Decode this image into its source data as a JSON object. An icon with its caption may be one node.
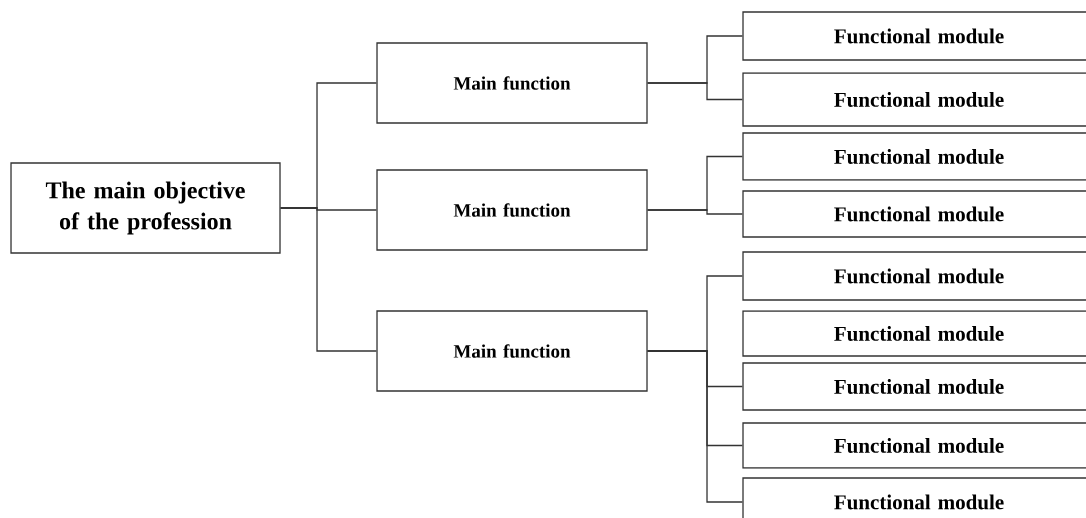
{
  "diagram": {
    "nodes": [
      {
        "text": [
          "The main objective of the profession"
        ]
      },
      {
        "text": [
          "Main function"
        ]
      },
      {
        "text": [
          "Main function"
        ]
      },
      {
        "text": [
          "Main function"
        ]
      },
      {
        "text": [
          "Functional module"
        ]
      },
      {
        "text": [
          "Functional module"
        ]
      },
      {
        "text": [
          "Functional module"
        ]
      },
      {
        "text": [
          "Functional module"
        ]
      },
      {
        "text": [
          "Functional module"
        ]
      },
      {
        "text": [
          "Functional module"
        ]
      },
      {
        "text": [
          "Functional module"
        ]
      },
      {
        "text": [
          "Functional module"
        ]
      },
      {
        "text": [
          "Functional module"
        ]
      }
    ],
    "edges": [
      {
        "from": 0,
        "to": 1,
        "arrow": "none"
      },
      {
        "from": 0,
        "to": 2,
        "arrow": "none"
      },
      {
        "from": 0,
        "to": 3,
        "arrow": "none"
      },
      {
        "from": 1,
        "to": 4,
        "arrow": "none"
      },
      {
        "from": 1,
        "to": 5,
        "arrow": "none"
      },
      {
        "from": 2,
        "to": 6,
        "arrow": "none"
      },
      {
        "from": 2,
        "to": 7,
        "arrow": "none"
      },
      {
        "from": 3,
        "to": 8,
        "arrow": "none"
      },
      {
        "from": 3,
        "to": 10,
        "arrow": "none"
      },
      {
        "from": 3,
        "to": 11,
        "arrow": "none"
      },
      {
        "from": 3,
        "to": 12,
        "arrow": "none"
      }
    ]
  }
}
